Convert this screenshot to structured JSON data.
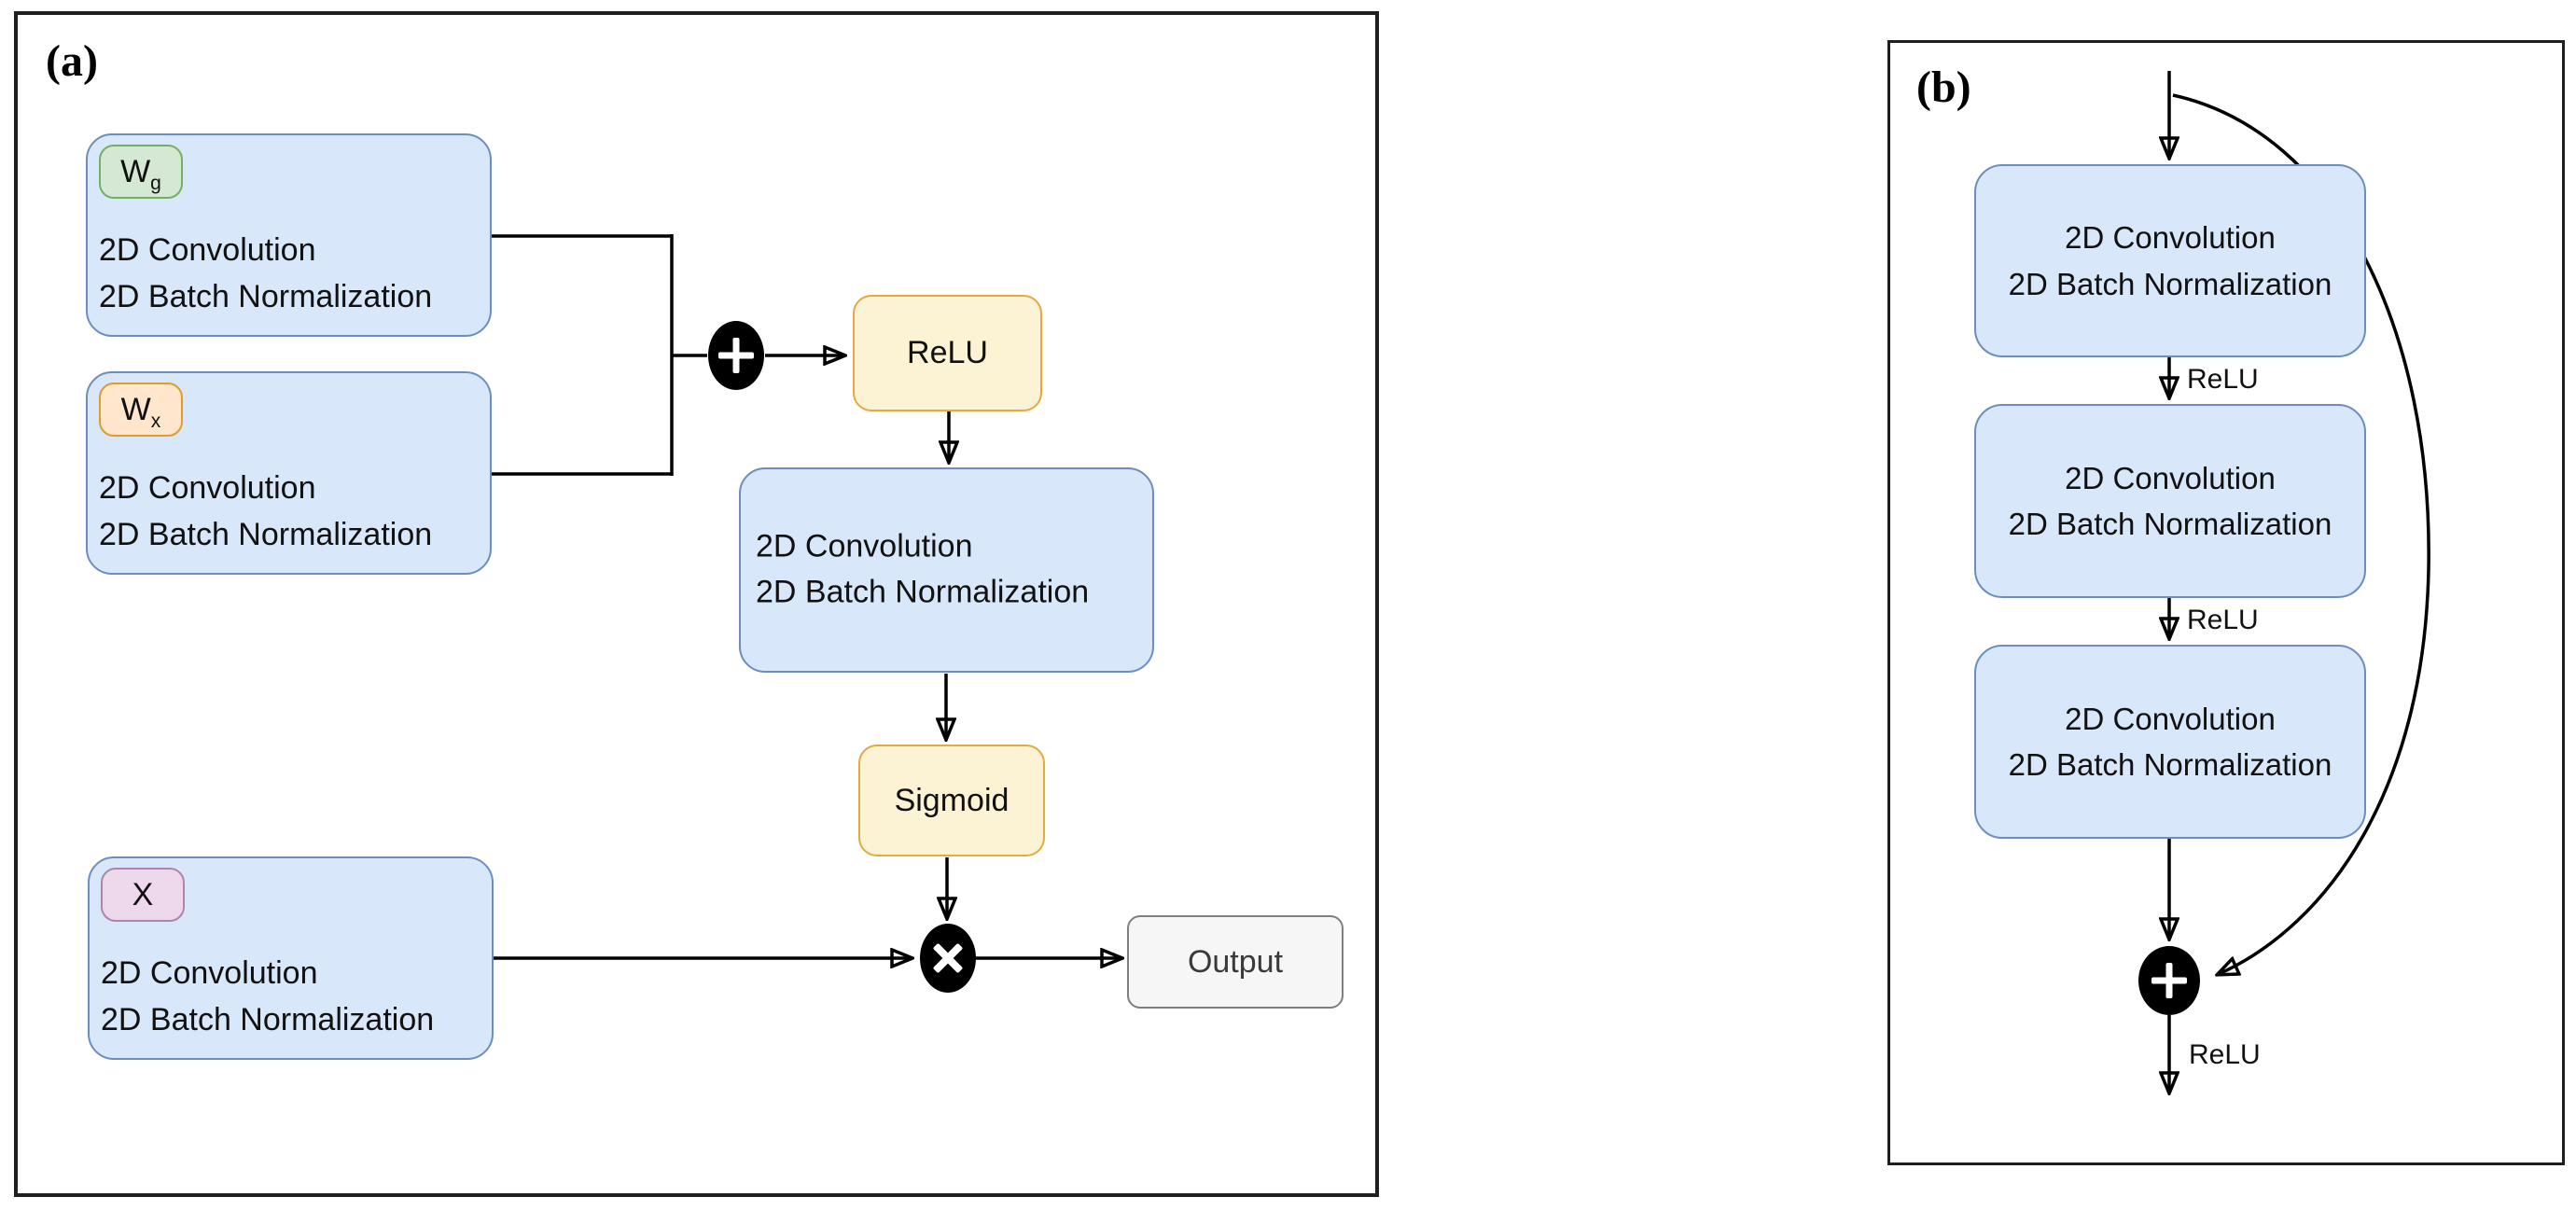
{
  "panel_a": {
    "label": "(a)",
    "wg": {
      "tag": {
        "base": "W",
        "sub": "g"
      },
      "line1": "2D Convolution",
      "line2": "2D Batch Normalization"
    },
    "wx": {
      "tag": {
        "base": "W",
        "sub": "x"
      },
      "line1": "2D Convolution",
      "line2": "2D Batch Normalization"
    },
    "xbox": {
      "tag": {
        "base": "X",
        "sub": ""
      },
      "line1": "2D Convolution",
      "line2": "2D Batch Normalization"
    },
    "mid": {
      "line1": "2D Convolution",
      "line2": "2D Batch Normalization"
    },
    "relu": "ReLU",
    "sigmoid": "Sigmoid",
    "output": "Output"
  },
  "panel_b": {
    "label": "(b)",
    "blocks": [
      {
        "line1": "2D Convolution",
        "line2": "2D Batch Normalization"
      },
      {
        "line1": "2D Convolution",
        "line2": "2D Batch Normalization"
      },
      {
        "line1": "2D Convolution",
        "line2": "2D Batch Normalization"
      }
    ],
    "relu_labels": [
      "ReLU",
      "ReLU",
      "ReLU"
    ]
  },
  "icons": {
    "add": "+",
    "multiply": "×"
  },
  "colors": {
    "blue_fill": "#d9e7fa",
    "blue_stroke": "#6c8ebf",
    "green_fill": "#d5e8d4",
    "green_stroke": "#72b25e",
    "orange_fill": "#ffe6cc",
    "orange_stroke": "#e09b2d",
    "pink_fill": "#eed9ec",
    "pink_stroke": "#b184ab",
    "yellow_fill": "#fcf2d4",
    "yellow_stroke": "#e2aa3f",
    "gray_fill": "#f6f6f6",
    "gray_stroke": "#7f7f7f"
  }
}
